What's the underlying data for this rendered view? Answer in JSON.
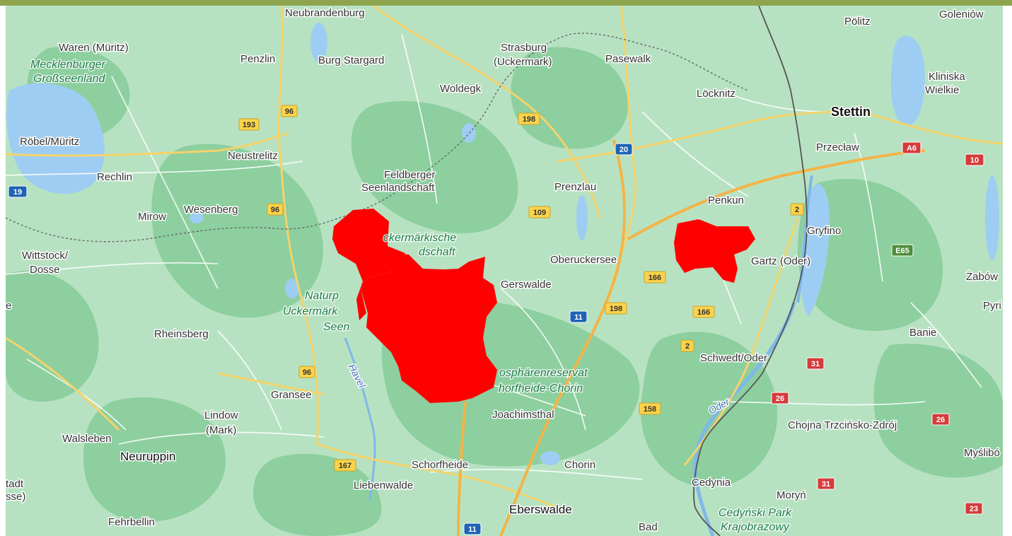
{
  "map": {
    "colors": {
      "land": "#b7e2c2",
      "forest": "#8dcf9f",
      "water": "#9ecdf3",
      "road_major": "#f5d36a",
      "road_minor": "#ffffff",
      "highlight": "#ff0000",
      "border": "#555555"
    },
    "places": [
      {
        "name": "Neubrandenburg"
      },
      {
        "name": "Pölitz"
      },
      {
        "name": "Goleniów"
      },
      {
        "name": "Waren (Müritz)"
      },
      {
        "name": "Penzlin"
      },
      {
        "name": "Burg Stargard"
      },
      {
        "name": "Strasburg"
      },
      {
        "name": "(Uckermark)"
      },
      {
        "name": "Pasewalk"
      },
      {
        "name": "Woldegk"
      },
      {
        "name": "Löcknitz"
      },
      {
        "name": "Kliniska"
      },
      {
        "name": "Wielkie"
      },
      {
        "name": "Stettin"
      },
      {
        "name": "Röbel/Müritz"
      },
      {
        "name": "Neustrelitz"
      },
      {
        "name": "Przecław"
      },
      {
        "name": "Rechlin"
      },
      {
        "name": "Feldberger"
      },
      {
        "name": "Seenlandschaft"
      },
      {
        "name": "Prenzlau"
      },
      {
        "name": "Penkun"
      },
      {
        "name": "Mirow"
      },
      {
        "name": "Wesenberg"
      },
      {
        "name": "Gryfino"
      },
      {
        "name": "Wittstock/"
      },
      {
        "name": "Dosse"
      },
      {
        "name": "Oberuckersee"
      },
      {
        "name": "Gartz (Oder)"
      },
      {
        "name": "Gerswalde"
      },
      {
        "name": "Żabów"
      },
      {
        "name": "Pyri"
      },
      {
        "name": "Rheinsberg"
      },
      {
        "name": "Banie"
      },
      {
        "name": "Schwedt/Oder"
      },
      {
        "name": "Gransee"
      },
      {
        "name": "Lindow"
      },
      {
        "name": "(Mark)"
      },
      {
        "name": "Joachimsthal"
      },
      {
        "name": "Chojna Trzcińsko-Zdrój"
      },
      {
        "name": "Walsleben"
      },
      {
        "name": "Neuruppin"
      },
      {
        "name": "Myślibó"
      },
      {
        "name": "Schorfheide"
      },
      {
        "name": "Chorin"
      },
      {
        "name": "Cedynia"
      },
      {
        "name": "tadt"
      },
      {
        "name": "sse)"
      },
      {
        "name": "Liebenwalde"
      },
      {
        "name": "Moryń"
      },
      {
        "name": "Eberswalde"
      },
      {
        "name": "Fehrbellin"
      },
      {
        "name": "Bad"
      },
      {
        "name": "e"
      }
    ],
    "parks": [
      {
        "name": "Mecklenburger"
      },
      {
        "name": "Großseenland"
      },
      {
        "name": "ckermärkische"
      },
      {
        "name": "dschaft"
      },
      {
        "name": "Naturp"
      },
      {
        "name": "Uckermärk"
      },
      {
        "name": "Seen"
      },
      {
        "name": "osphärenreservat"
      },
      {
        "name": "horfheide-Chorin"
      },
      {
        "name": "Cedyński Park"
      },
      {
        "name": "Krajobrazowy"
      }
    ],
    "rivers": [
      {
        "name": "Havel"
      },
      {
        "name": "Oder"
      }
    ],
    "shields": [
      {
        "label": "96",
        "style": "yellow"
      },
      {
        "label": "193",
        "style": "yellow"
      },
      {
        "label": "198",
        "style": "yellow"
      },
      {
        "label": "20",
        "style": "blue"
      },
      {
        "label": "A6",
        "style": "red"
      },
      {
        "label": "10",
        "style": "red"
      },
      {
        "label": "19",
        "style": "blue"
      },
      {
        "label": "96",
        "style": "yellow"
      },
      {
        "label": "109",
        "style": "yellow"
      },
      {
        "label": "2",
        "style": "yellow"
      },
      {
        "label": "E65",
        "style": "green"
      },
      {
        "label": "166",
        "style": "yellow"
      },
      {
        "label": "198",
        "style": "yellow"
      },
      {
        "label": "11",
        "style": "blue"
      },
      {
        "label": "166",
        "style": "yellow"
      },
      {
        "label": "2",
        "style": "yellow"
      },
      {
        "label": "31",
        "style": "red"
      },
      {
        "label": "96",
        "style": "yellow"
      },
      {
        "label": "158",
        "style": "yellow"
      },
      {
        "label": "26",
        "style": "red"
      },
      {
        "label": "26",
        "style": "red"
      },
      {
        "label": "167",
        "style": "yellow"
      },
      {
        "label": "31",
        "style": "red"
      },
      {
        "label": "23",
        "style": "red"
      },
      {
        "label": "11",
        "style": "blue"
      }
    ]
  }
}
